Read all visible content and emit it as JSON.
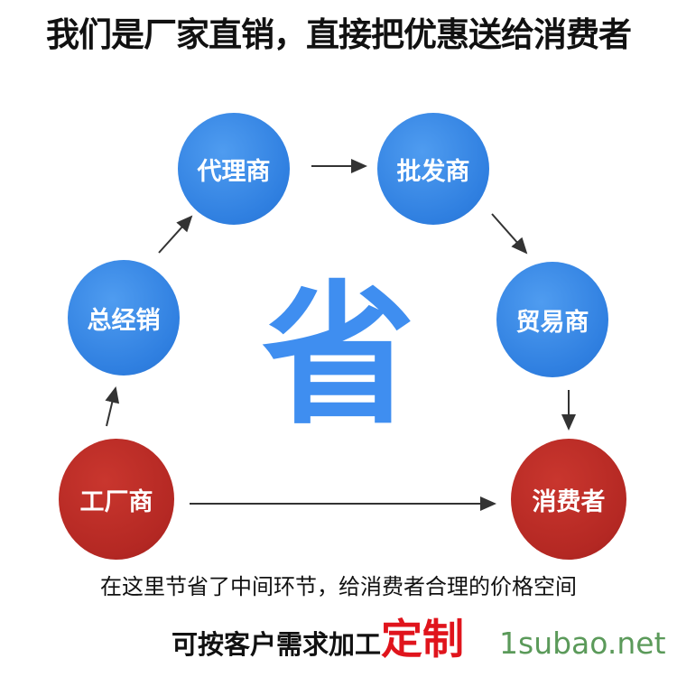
{
  "title": "我们是厂家直销，直接把优惠送给消费者",
  "center_char": "省",
  "nodes": {
    "agent": "代理商",
    "wholesaler": "批发商",
    "distributor": "总经销",
    "trader": "贸易商",
    "factory": "工厂商",
    "consumer": "消费者"
  },
  "colors": {
    "blue": "#3f8ef0",
    "red": "#b42823",
    "accent_red": "#e0141c",
    "watermark": "#5b9a5a"
  },
  "caption": "在这里节省了中间环节，给消费者合理的价格空间",
  "custom_line": {
    "prefix": "可按客户需求加工",
    "highlight": "定制"
  },
  "watermark": "1subao.net"
}
